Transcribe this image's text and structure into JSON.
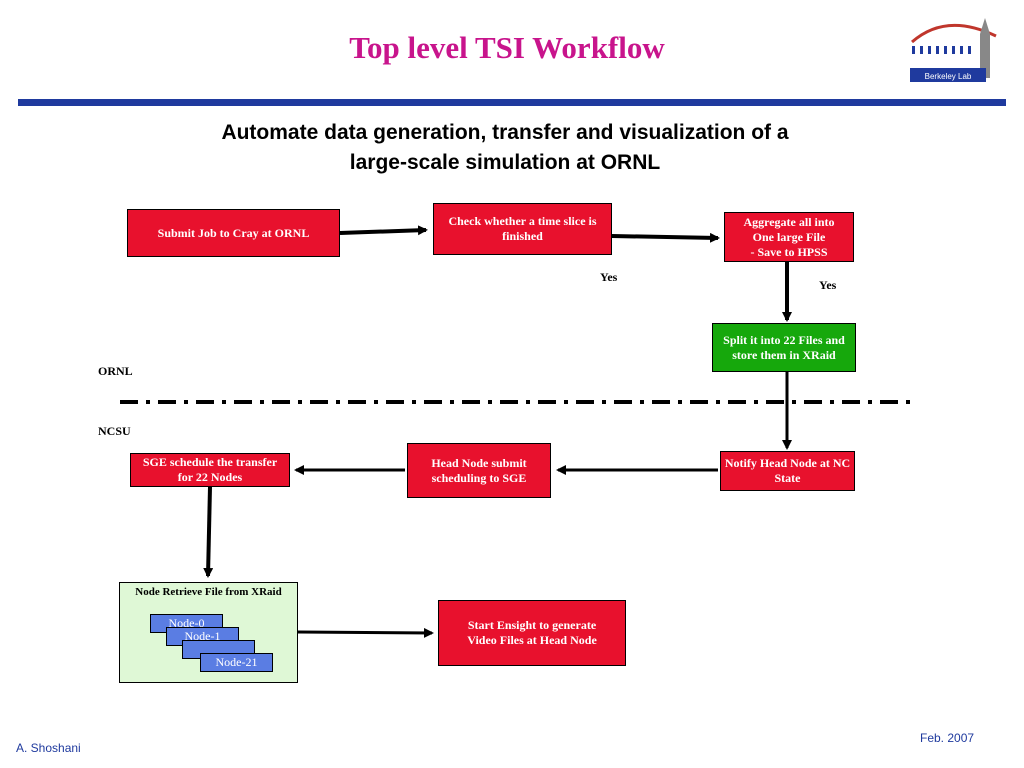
{
  "header": {
    "title": "Top level TSI Workflow",
    "subtitle_line1": "Automate data generation, transfer and visualization of a",
    "subtitle_line2": "large-scale simulation at ORNL",
    "logo_text": "Berkeley Lab"
  },
  "flow": {
    "submit_job": "Submit Job to Cray at ORNL",
    "check_slice": "Check whether a time slice is finished",
    "aggregate_line1": "Aggregate all into",
    "aggregate_line2": "One large File",
    "aggregate_line3": "- Save to HPSS",
    "split_files": "Split it into 22 Files and store them in XRaid",
    "notify_head": "Notify Head Node at NC State",
    "head_submit": "Head Node submit scheduling to SGE",
    "sge_schedule": "SGE schedule the transfer for 22 Nodes",
    "start_ensight_line1": "Start Ensight to generate",
    "start_ensight_line2": "Video Files   at Head Node"
  },
  "labels": {
    "yes_1": "Yes",
    "yes_2": "Yes",
    "ornl": "ORNL",
    "ncsu": "NCSU"
  },
  "retrieve": {
    "title": "Node Retrieve File from XRaid",
    "nodes": [
      "Node-0",
      "Node-1",
      "",
      "Node-21"
    ]
  },
  "footer": {
    "author": "A. Shoshani",
    "date": "Feb. 2007"
  },
  "colors": {
    "title": "#c8148c",
    "rule": "#1f3a9e",
    "box_red": "#e8112d",
    "box_green": "#16a80c",
    "node_blue": "#5a7de3",
    "retrieve_bg": "#dff8d6"
  }
}
